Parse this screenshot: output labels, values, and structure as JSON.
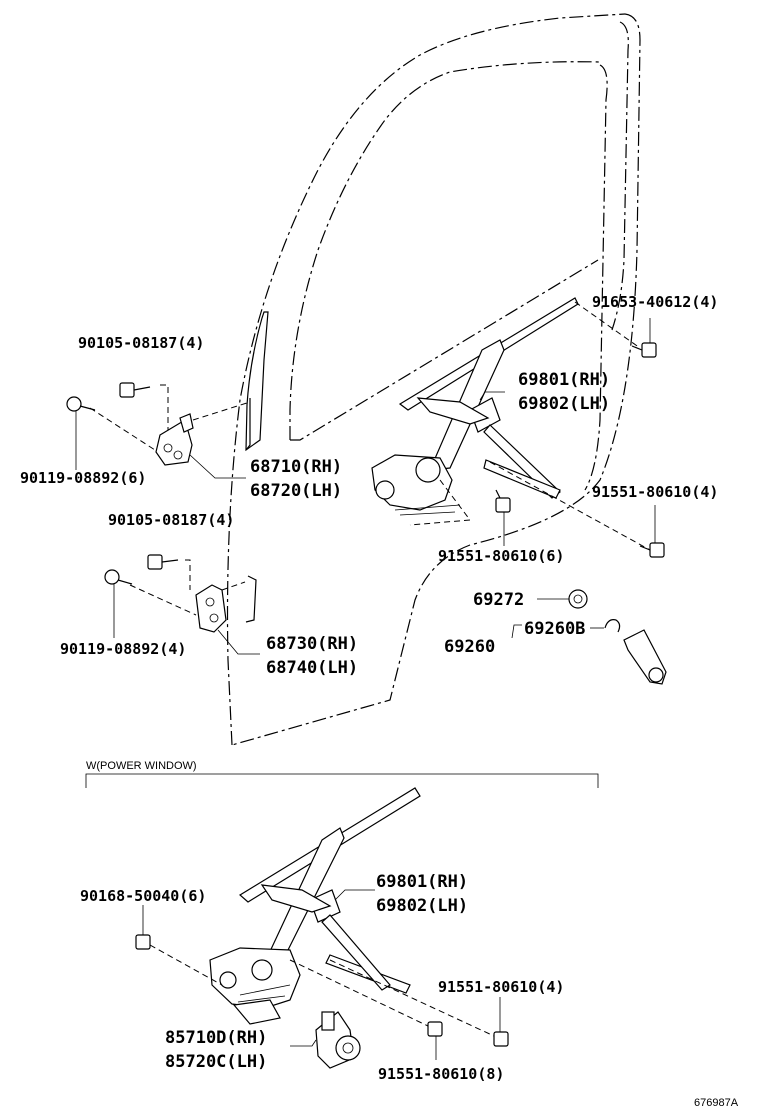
{
  "labels": {
    "p91653": "91653-40612(4)",
    "p90105a": "90105-08187(4)",
    "p69801a": "69801(RH)",
    "p69802a": "69802(LH)",
    "p90119a": "90119-08892(6)",
    "p68710": "68710(RH)",
    "p68720": "68720(LH)",
    "p91551a": "91551-80610(4)",
    "p90105b": "90105-08187(4)",
    "p91551b": "91551-80610(6)",
    "p69272": "69272",
    "p69260b": "69260B",
    "p69260": "69260",
    "p90119b": "90119-08892(4)",
    "p68730": "68730(RH)",
    "p68740": "68740(LH)",
    "section": "W(POWER WINDOW)",
    "p69801b": "69801(RH)",
    "p69802b": "69802(LH)",
    "p90168": "90168-50040(6)",
    "p91551c": "91551-80610(4)",
    "p85710": "85710D(RH)",
    "p85720": "85720C(LH)",
    "p91551d": "91551-80610(8)",
    "code": "676987A"
  }
}
